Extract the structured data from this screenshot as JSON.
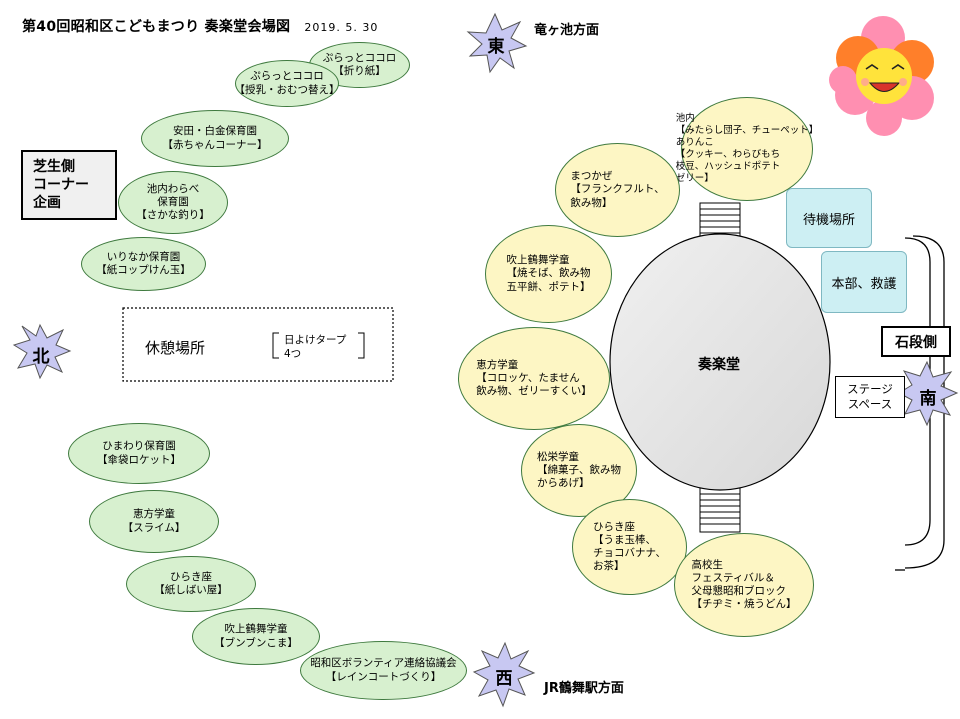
{
  "title": "第40回昭和区こどもまつり 奏楽堂会場図",
  "date": "2019. 5. 30",
  "directions": {
    "east": "東",
    "north": "北",
    "south": "南",
    "west": "西",
    "east_note": "竜ヶ池方面",
    "west_note": "JR鶴舞駅方面"
  },
  "areas": {
    "shibafu": "芝生側\nコーナー\n企画",
    "rest_area": "休憩場所",
    "shade": "日よけタープ\n4つ",
    "stage_hall": "奏楽堂",
    "waiting": "待機場所",
    "hq": "本部、救護",
    "stone_steps": "石段側",
    "stage_space": "ステージ\nスペース"
  },
  "booths_left": [
    "ぷらっとココロ\n【折り紙】",
    "ぷらっとココロ\n【授乳・おむつ替え】",
    "安田・白金保育園\n【赤ちゃんコーナー】",
    "池内わらべ\n保育園\n【さかな釣り】",
    "いりなか保育園\n【紙コップけん玉】",
    "ひまわり保育園\n【傘袋ロケット】",
    "恵方学童\n【スライム】",
    "ひらき座\n【紙しばい屋】",
    "吹上鶴舞学童\n【ブンブンこま】",
    "昭和区ボランティア連絡協議会\n【レインコートづくり】"
  ],
  "booths_right": [
    "池内\n【みたらし団子、チューペット】\nありんこ\n【クッキー、わらびもち\n枝豆、ハッシュドポテト\nゼリー】",
    "まつかぜ\n【フランクフルト、\n飲み物】",
    "吹上鶴舞学童\n【焼そば、飲み物\n五平餅、ポテト】",
    "恵方学童\n【コロッケ、たません\n飲み物、ゼリーすくい】",
    "松栄学童\n【綿菓子、飲み物\nからあげ】",
    "ひらき座\n【うま玉棒、\nチョコバナナ、\nお茶】",
    "高校生\nフェスティバル＆\n父母懇昭和ブロック\n【チヂミ・焼うどん】"
  ],
  "colors": {
    "green_booth": "#d7f0cf",
    "yellow_booth": "#fdf6c4",
    "star": "#c8c8f2",
    "cyan_box": "#cdeff3",
    "hall": "#e6e6e6",
    "flower_petal": "#ff8fb1",
    "flower_orange": "#ff7f2a",
    "flower_center": "#ffe33b"
  },
  "icons": [
    "compass-star-icon",
    "flower-mascot-icon",
    "stairs-icon"
  ]
}
